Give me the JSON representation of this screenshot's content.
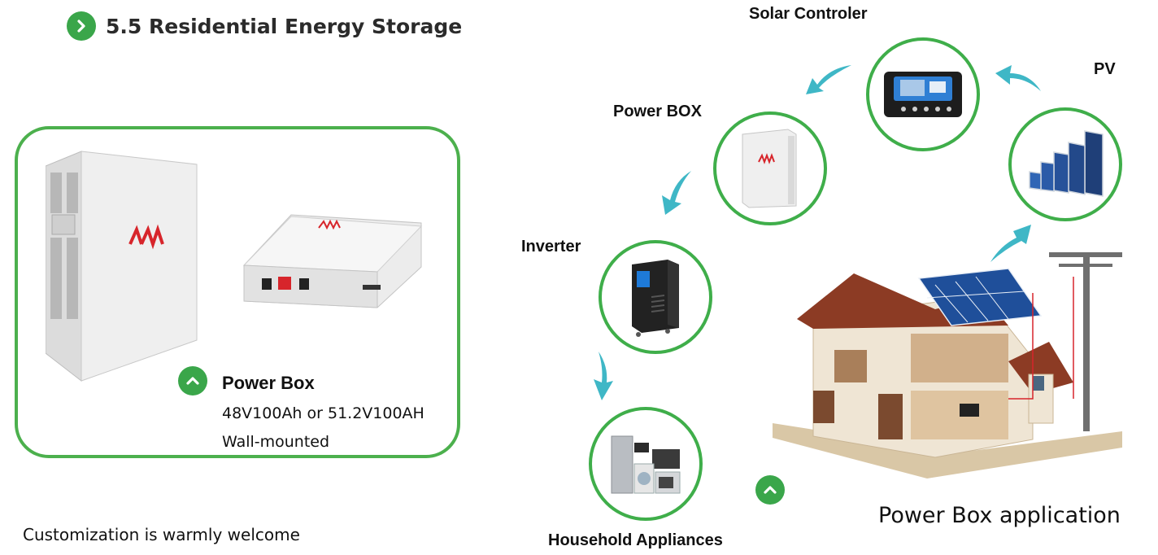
{
  "header": {
    "title": "5.5 Residential Energy Storage"
  },
  "product": {
    "name": "Power Box",
    "spec": "48V100Ah or 51.2V100AH",
    "mount": "Wall-mounted",
    "brand_mark": "AIA"
  },
  "footer": {
    "note": "Customization is warmly welcome"
  },
  "flow": {
    "nodes": [
      {
        "id": "solar-controller",
        "label": "Solar Controler"
      },
      {
        "id": "pv",
        "label": "PV"
      },
      {
        "id": "power-box",
        "label": "Power BOX"
      },
      {
        "id": "inverter",
        "label": "Inverter"
      },
      {
        "id": "household",
        "label": "Household Appliances"
      }
    ],
    "caption": "Power Box application"
  },
  "colors": {
    "accent_green": "#3fae4a",
    "arrow_teal": "#3fb7c6",
    "brand_red": "#d7252b"
  }
}
